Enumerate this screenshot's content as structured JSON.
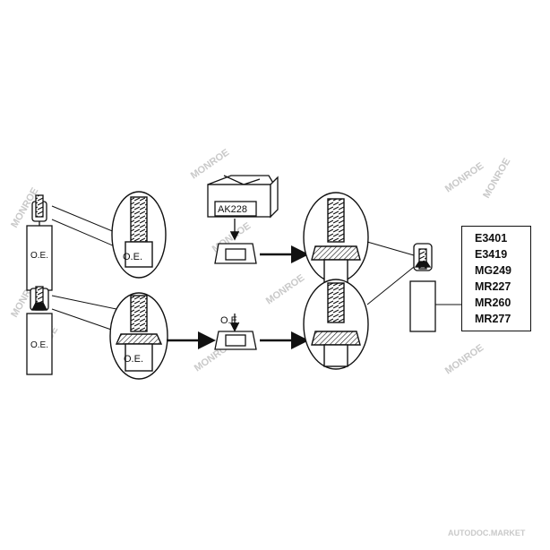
{
  "labels": {
    "oe": "O.E.",
    "kit": "AK228"
  },
  "parts_list": [
    "E3401",
    "E3419",
    "MG249",
    "MR227",
    "MR260",
    "MR277"
  ],
  "watermark": {
    "brand": "MONROE",
    "corner": "AUTODOC.MARKET"
  },
  "colors": {
    "line": "#111111",
    "watermark": "#c9c9c9",
    "background": "#ffffff"
  }
}
